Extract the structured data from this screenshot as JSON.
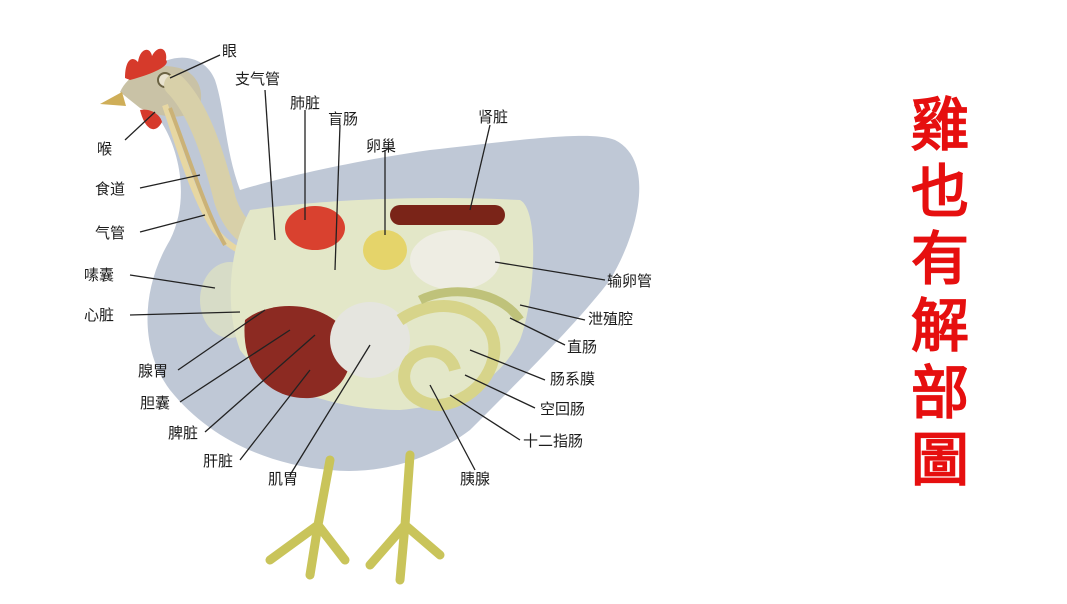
{
  "title_chars": [
    "雞",
    "也",
    "有",
    "解",
    "部",
    "圖"
  ],
  "labels": {
    "eye": "眼",
    "bronchus": "支气管",
    "lung": "肺脏",
    "cecum": "盲肠",
    "ovary": "卵巢",
    "kidney": "肾脏",
    "larynx": "喉",
    "esophagus": "食道",
    "trachea": "气管",
    "crop": "嗉囊",
    "heart": "心脏",
    "oviduct": "输卵管",
    "cloaca": "泄殖腔",
    "rectum": "直肠",
    "mesentery": "肠系膜",
    "jejunum_ileum": "空回肠",
    "duodenum": "十二指肠",
    "proventriculus": "腺胃",
    "gallbladder": "胆囊",
    "spleen": "脾脏",
    "liver": "肝脏",
    "gizzard": "肌胃",
    "pancreas": "胰腺"
  },
  "colors": {
    "title": "#e60f0f",
    "body": "#bfc8d6",
    "comb": "#d63a2b",
    "leg": "#c9c45a",
    "liver": "#8c2a22",
    "intestine": "#d7d48a",
    "kidney": "#7a2418",
    "lung": "#d9412f",
    "ovary": "#e5d46a"
  }
}
